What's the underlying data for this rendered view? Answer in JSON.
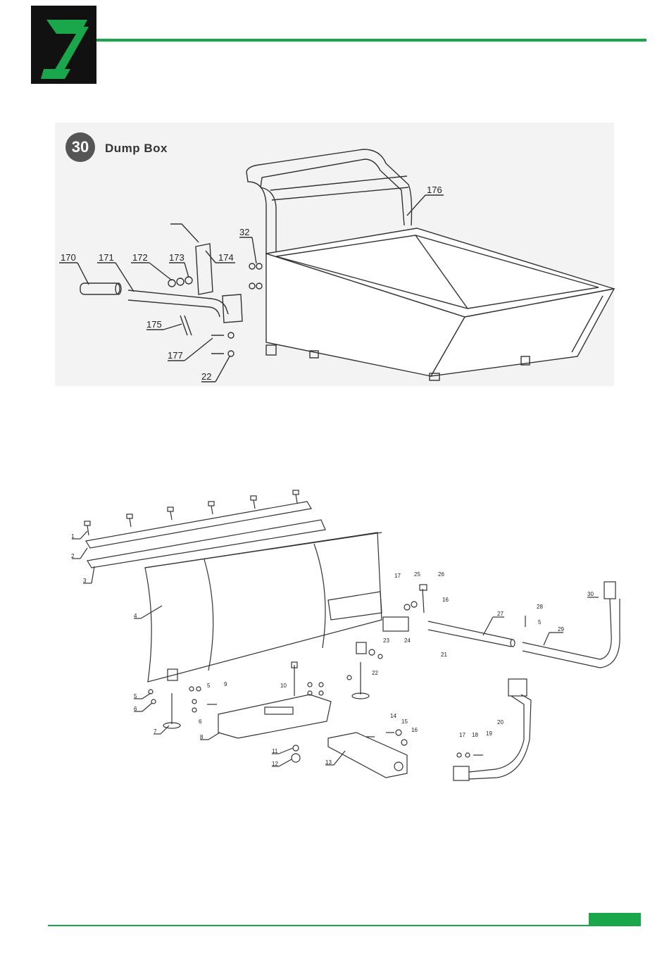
{
  "header": {
    "logo_icon": "z-logo-icon",
    "accent_color": "#1aa64a"
  },
  "section": {
    "number": "30",
    "title": "Dump Box"
  },
  "diagram1": {
    "callouts": [
      "170",
      "171",
      "172",
      "173",
      "174",
      "32",
      "176",
      "175",
      "177",
      "22"
    ]
  },
  "diagram2": {
    "callouts": [
      "1",
      "2",
      "3",
      "4",
      "5",
      "6",
      "7",
      "6",
      "5",
      "9",
      "8",
      "10",
      "11",
      "12",
      "13",
      "14",
      "15",
      "16",
      "17",
      "25",
      "26",
      "16",
      "24",
      "23",
      "22",
      "21",
      "27",
      "28",
      "5",
      "29",
      "30",
      "20",
      "17",
      "18",
      "19"
    ]
  },
  "footer": {
    "accent_color": "#1aa64a"
  }
}
